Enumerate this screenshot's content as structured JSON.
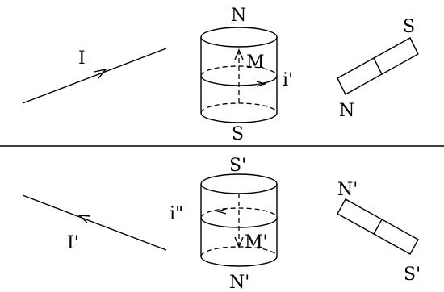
{
  "colors": {
    "ink": "#000000",
    "background": "#ffffff"
  },
  "top": {
    "wire_label": "I",
    "cylinder_top_label": "N",
    "cylinder_bottom_label": "S",
    "moment_label": "M",
    "current_label": "i'",
    "magnet_end_upper": "S",
    "magnet_end_lower": "N"
  },
  "bottom": {
    "wire_label": "I'",
    "cylinder_top_label": "S'",
    "cylinder_bottom_label": "N'",
    "moment_label": "M'",
    "current_label": "i\"",
    "magnet_end_upper": "N'",
    "magnet_end_lower": "S'"
  }
}
